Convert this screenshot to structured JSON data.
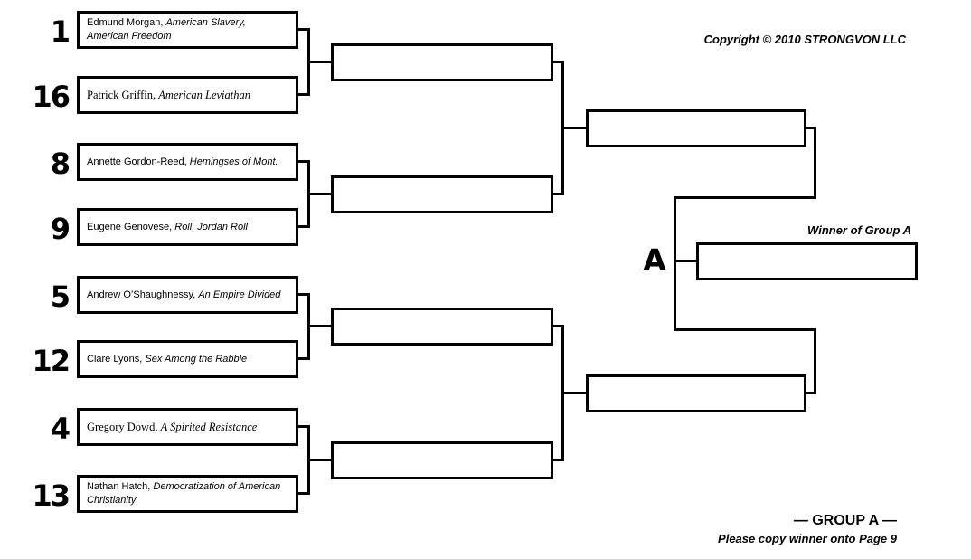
{
  "page": {
    "copyright": "Copyright © 2010 STRONGVON LLC",
    "winner_label": "Winner of Group A",
    "group_letter": "A",
    "footer_title": "— GROUP A —",
    "footer_note": "Please copy winner onto Page 9",
    "ink_color": "#000000",
    "background_color": "#ffffff"
  },
  "bracket": {
    "entrants": [
      {
        "seed": "1",
        "author": "Edmund Morgan,",
        "title": "American Slavery, American Freedom",
        "font_style": "sans"
      },
      {
        "seed": "16",
        "author": "Patrick Griffin,",
        "title": "American Leviathan",
        "font_style": "serif"
      },
      {
        "seed": "8",
        "author": "Annette Gordon-Reed,",
        "title": "Hemingses of Mont.",
        "font_style": "sans"
      },
      {
        "seed": "9",
        "author": "Eugene Genovese,",
        "title": "Roll, Jordan Roll",
        "font_style": "sans"
      },
      {
        "seed": "5",
        "author": "Andrew O’Shaughnessy,",
        "title": "An Empire Divided",
        "font_style": "sans"
      },
      {
        "seed": "12",
        "author": "Clare Lyons,",
        "title": "Sex Among the Rabble",
        "font_style": "sans"
      },
      {
        "seed": "4",
        "author": "Gregory Dowd,",
        "title": "A Spirited Resistance",
        "font_style": "serif"
      },
      {
        "seed": "13",
        "author": "Nathan Hatch,",
        "title": "Democratization of American Christianity",
        "font_style": "sans"
      }
    ]
  }
}
